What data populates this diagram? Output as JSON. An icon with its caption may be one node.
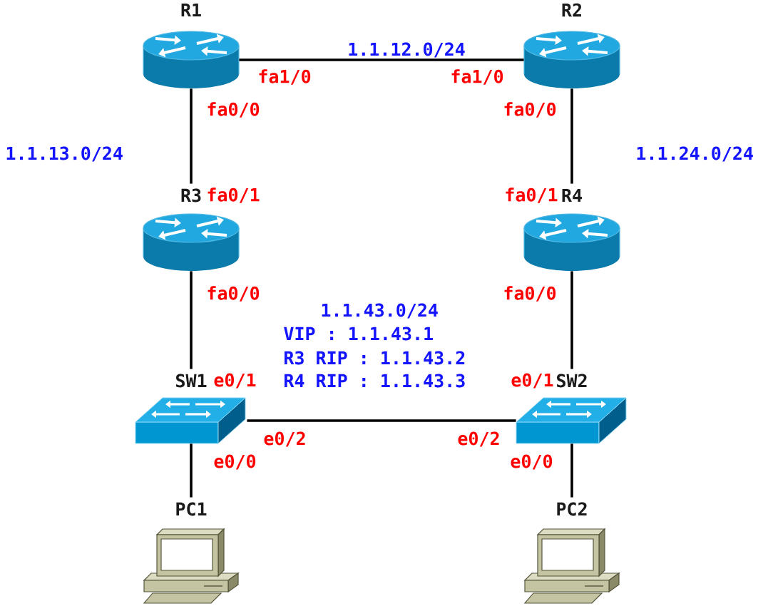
{
  "diagram": {
    "nodes": [
      {
        "text": [
          "R1"
        ],
        "beside": [
          "fa1/0",
          "fa0/0"
        ]
      },
      {
        "text": [
          "R2"
        ],
        "beside": [
          "fa1/0",
          "fa0/0"
        ]
      },
      {
        "text": [
          "R3"
        ],
        "beside": [
          "fa0/1",
          "fa0/0"
        ]
      },
      {
        "text": [
          "R4"
        ],
        "beside": [
          "fa0/1",
          "fa0/0"
        ]
      },
      {
        "text": [
          "SW1"
        ],
        "beside": [
          "e0/1",
          "e0/2",
          "e0/0"
        ]
      },
      {
        "text": [
          "SW2"
        ],
        "beside": [
          "e0/1",
          "e0/2",
          "e0/0"
        ]
      },
      {
        "text": [
          "PC1"
        ]
      },
      {
        "text": [
          "PC2"
        ]
      }
    ],
    "edges": [
      {
        "from": 0,
        "to": 1,
        "arrow": "none",
        "label": "1.1.12.0/24"
      },
      {
        "from": 0,
        "to": 2,
        "arrow": "none",
        "label": "1.1.13.0/24"
      },
      {
        "from": 1,
        "to": 3,
        "arrow": "none",
        "label": "1.1.24.0/24"
      },
      {
        "from": 2,
        "to": 4,
        "arrow": "none"
      },
      {
        "from": 3,
        "to": 5,
        "arrow": "none"
      },
      {
        "from": 4,
        "to": 5,
        "arrow": "none"
      },
      {
        "from": 4,
        "to": 6,
        "arrow": "none"
      },
      {
        "from": 5,
        "to": 7,
        "arrow": "none"
      }
    ],
    "labels": [
      "1.1.43.0/24",
      "VIP : 1.1.43.1",
      "R3 RIP : 1.1.43.2",
      "R4 RIP : 1.1.43.3"
    ]
  }
}
